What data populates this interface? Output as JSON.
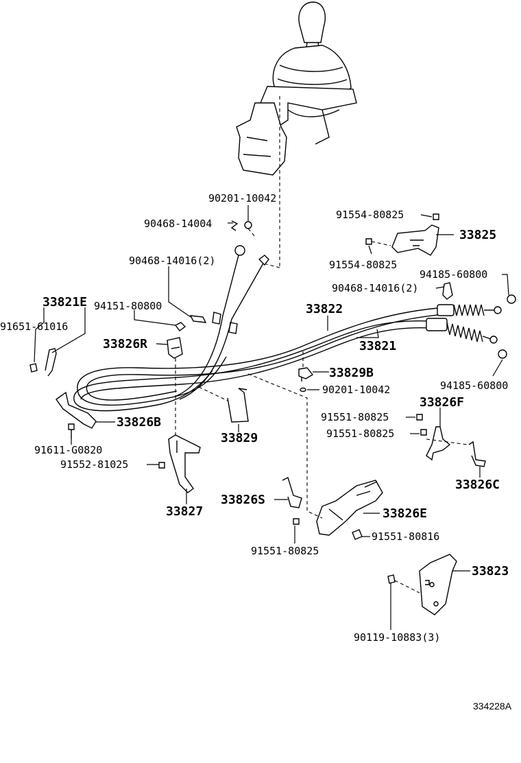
{
  "labels": {
    "l_90201_10042_top": "90201-10042",
    "l_90468_14004": "90468-14004",
    "l_90468_14016_left": "90468-14016(2)",
    "l_91554_80825_top": "91554-80825",
    "l_33825": "33825",
    "l_91554_80825_bot": "91554-80825",
    "l_94185_60800_top": "94185-60800",
    "l_90468_14016_right": "90468-14016(2)",
    "l_33821E": "33821E",
    "l_94151_80800": "94151-80800",
    "l_33822": "33822",
    "l_91651_61016": "91651-61016",
    "l_33821": "33821",
    "l_33826R": "33826R",
    "l_33829B": "33829B",
    "l_94185_60800_bot": "94185-60800",
    "l_90201_10042_mid": "90201-10042",
    "l_33826F": "33826F",
    "l_33826B": "33826B",
    "l_91551_80825_a": "91551-80825",
    "l_91551_80825_b": "91551-80825",
    "l_33829": "33829",
    "l_91611_G0820": "91611-G0820",
    "l_91552_81025": "91552-81025",
    "l_33826C": "33826C",
    "l_33826S": "33826S",
    "l_33827": "33827",
    "l_33826E": "33826E",
    "l_91551_80816": "91551-80816",
    "l_91551_80825_c": "91551-80825",
    "l_33823": "33823",
    "l_90119_10883": "90119-10883(3)",
    "figure_id": "334228A"
  }
}
